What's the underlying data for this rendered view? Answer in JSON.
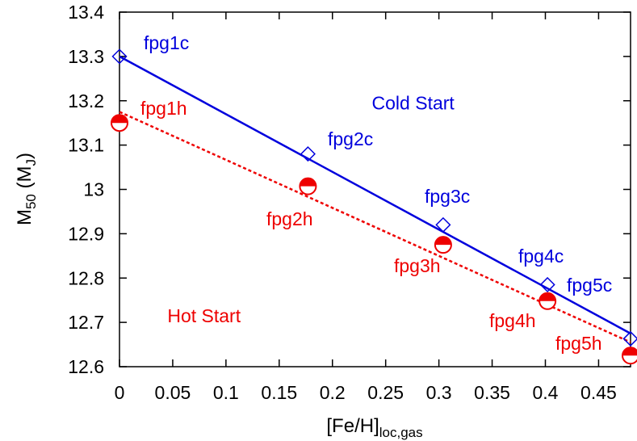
{
  "chart_data": {
    "type": "scatter",
    "xlabel": {
      "main": "[Fe/H]",
      "sub": "loc,gas"
    },
    "ylabel": {
      "main": "M",
      "sub1": "50",
      "mid": " (M",
      "sub2": "J",
      "end": ")"
    },
    "xlim": [
      0,
      0.48
    ],
    "ylim": [
      12.6,
      13.4
    ],
    "xticks": [
      0,
      0.05,
      0.1,
      0.15,
      0.2,
      0.25,
      0.3,
      0.35,
      0.4,
      0.45
    ],
    "xtick_labels": [
      "0",
      "0.05",
      "0.1",
      "0.15",
      "0.2",
      "0.25",
      "0.3",
      "0.35",
      "0.4",
      "0.45"
    ],
    "yticks": [
      12.6,
      12.7,
      12.8,
      12.9,
      13.0,
      13.1,
      13.2,
      13.3,
      13.4
    ],
    "ytick_labels": [
      "12.6",
      "12.7",
      "12.8",
      "12.9",
      "13",
      "13.1",
      "13.2",
      "13.3",
      "13.4"
    ],
    "grid": false,
    "series": [
      {
        "color": "#0000dd",
        "marker": "diamond-open",
        "line": "solid",
        "fit": [
          [
            0,
            13.3
          ],
          [
            0.48,
            12.675
          ]
        ],
        "points": [
          {
            "x": 0.0,
            "y": 13.3,
            "label": "fpg1c"
          },
          {
            "x": 0.177,
            "y": 13.08,
            "label": "fpg2c"
          },
          {
            "x": 0.304,
            "y": 12.92,
            "label": "fpg3c"
          },
          {
            "x": 0.402,
            "y": 12.785,
            "label": "fpg4c"
          },
          {
            "x": 0.48,
            "y": 12.663,
            "label": "fpg5c"
          }
        ]
      },
      {
        "color": "#ee0000",
        "marker": "circle-half",
        "line": "dotted",
        "fit": [
          [
            0,
            13.175
          ],
          [
            0.48,
            12.655
          ]
        ],
        "points": [
          {
            "x": 0.0,
            "y": 13.15,
            "label": "fpg1h"
          },
          {
            "x": 0.177,
            "y": 13.007,
            "label": "fpg2h"
          },
          {
            "x": 0.304,
            "y": 12.875,
            "label": "fpg3h"
          },
          {
            "x": 0.402,
            "y": 12.748,
            "label": "fpg4h"
          },
          {
            "x": 0.48,
            "y": 12.625,
            "label": "fpg5h"
          }
        ]
      }
    ],
    "annotations": [
      {
        "text": "Cold Start",
        "x": 0.237,
        "y": 13.18,
        "color": "#0000dd"
      },
      {
        "text": "Hot Start",
        "x": 0.045,
        "y": 12.7,
        "color": "#ee0000"
      }
    ]
  }
}
